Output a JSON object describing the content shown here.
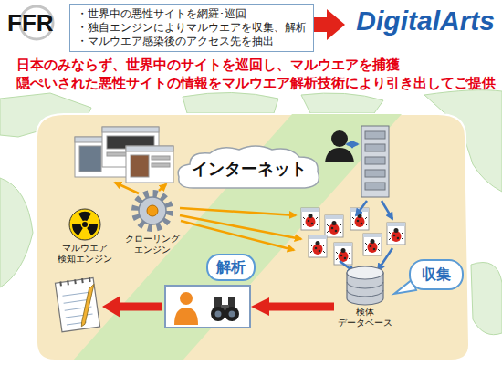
{
  "diagram": {
    "nodes": [
      {
        "text": [
          "・世界中の悪性サイトを網羅･巡回",
          "・独自エンジンによりマルウエアを収集、解析",
          "・マルウエア感染後のアクセス先を抽出"
        ]
      },
      {
        "text": [
          "インターネット"
        ]
      },
      {
        "text": [
          "マルウエア 検知エンジン"
        ]
      },
      {
        "text": [
          "クローリング エンジン"
        ]
      },
      {
        "text": [
          "収集"
        ]
      },
      {
        "text": [
          "解析"
        ]
      },
      {
        "text": [
          "検体 データベース"
        ]
      }
    ],
    "edges": [
      {
        "from": 6,
        "to": 5,
        "arrow": "to"
      }
    ],
    "labels": [
      "FFR",
      "DigitalArts",
      "日本のみならず、世界中のサイトを巡回し、マルウエアを捕獲",
      "隠ぺいされた悪性サイトの情報をマルウエア解析技術により引き出してご提供"
    ]
  }
}
